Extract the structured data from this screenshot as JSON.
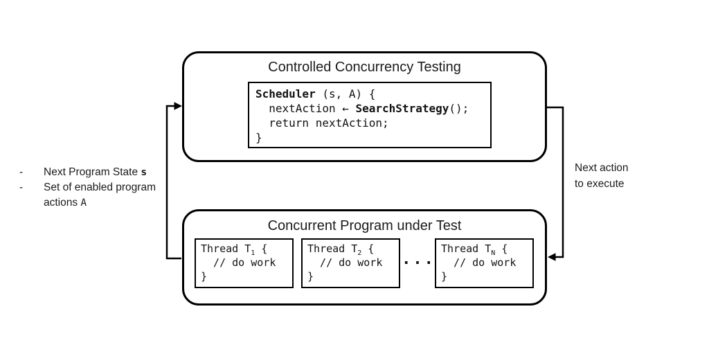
{
  "top_box": {
    "title": "Controlled Concurrency Testing",
    "code": {
      "line1_bold": "Scheduler",
      "line1_rest": " (s, A) {",
      "line2_pre": "  nextAction ← ",
      "line2_bold": "SearchStrategy",
      "line2_post": "();",
      "line3": "  return nextAction;",
      "line4": "}"
    }
  },
  "bottom_box": {
    "title": "Concurrent Program under Test",
    "ellipsis": "···",
    "threads": [
      {
        "name_pre": "Thread T",
        "sub": "1",
        "name_post": " {",
        "body": "  // do work",
        "close": "}"
      },
      {
        "name_pre": "Thread T",
        "sub": "2",
        "name_post": " {",
        "body": "  // do work",
        "close": "}"
      },
      {
        "name_pre": "Thread T",
        "sub": "N",
        "name_post": " {",
        "body": "  // do work",
        "close": "}"
      }
    ]
  },
  "left_note": {
    "bullet": "-",
    "item1_pre": "Next Program State ",
    "item1_var": "s",
    "item2_pre": "Set of enabled program actions ",
    "item2_var": "A"
  },
  "right_note": {
    "line1": "Next action",
    "line2": "to execute"
  },
  "colors": {
    "line": "#000000",
    "background": "#ffffff",
    "text": "#1a1a1a"
  }
}
